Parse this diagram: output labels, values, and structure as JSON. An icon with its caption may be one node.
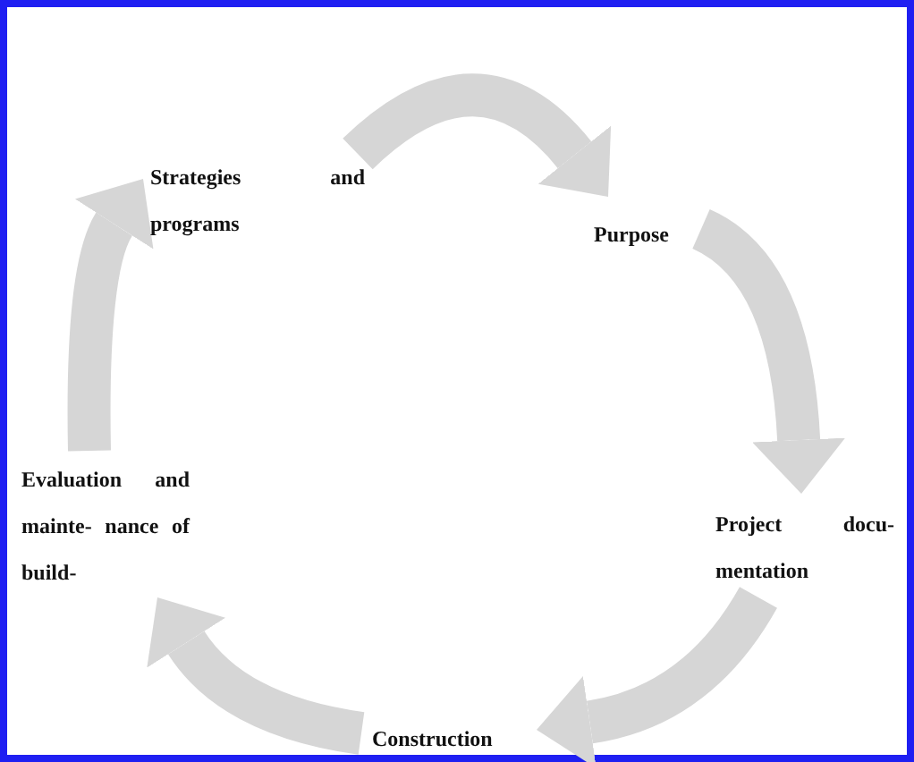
{
  "diagram": {
    "nodes": [
      {
        "text": [
          "Strategies and programs"
        ]
      },
      {
        "text": [
          "Purpose"
        ]
      },
      {
        "text": [
          "Project docu- mentation"
        ]
      },
      {
        "text": [
          "Construction"
        ]
      },
      {
        "text": [
          "Evaluation and mainte- nance of build-"
        ]
      }
    ],
    "edges": [
      {
        "from": 0,
        "to": 1,
        "arrow": "to"
      },
      {
        "from": 1,
        "to": 2,
        "arrow": "to"
      },
      {
        "from": 2,
        "to": 3,
        "arrow": "to"
      },
      {
        "from": 3,
        "to": 4,
        "arrow": "to"
      },
      {
        "from": 4,
        "to": 0,
        "arrow": "to"
      }
    ]
  }
}
